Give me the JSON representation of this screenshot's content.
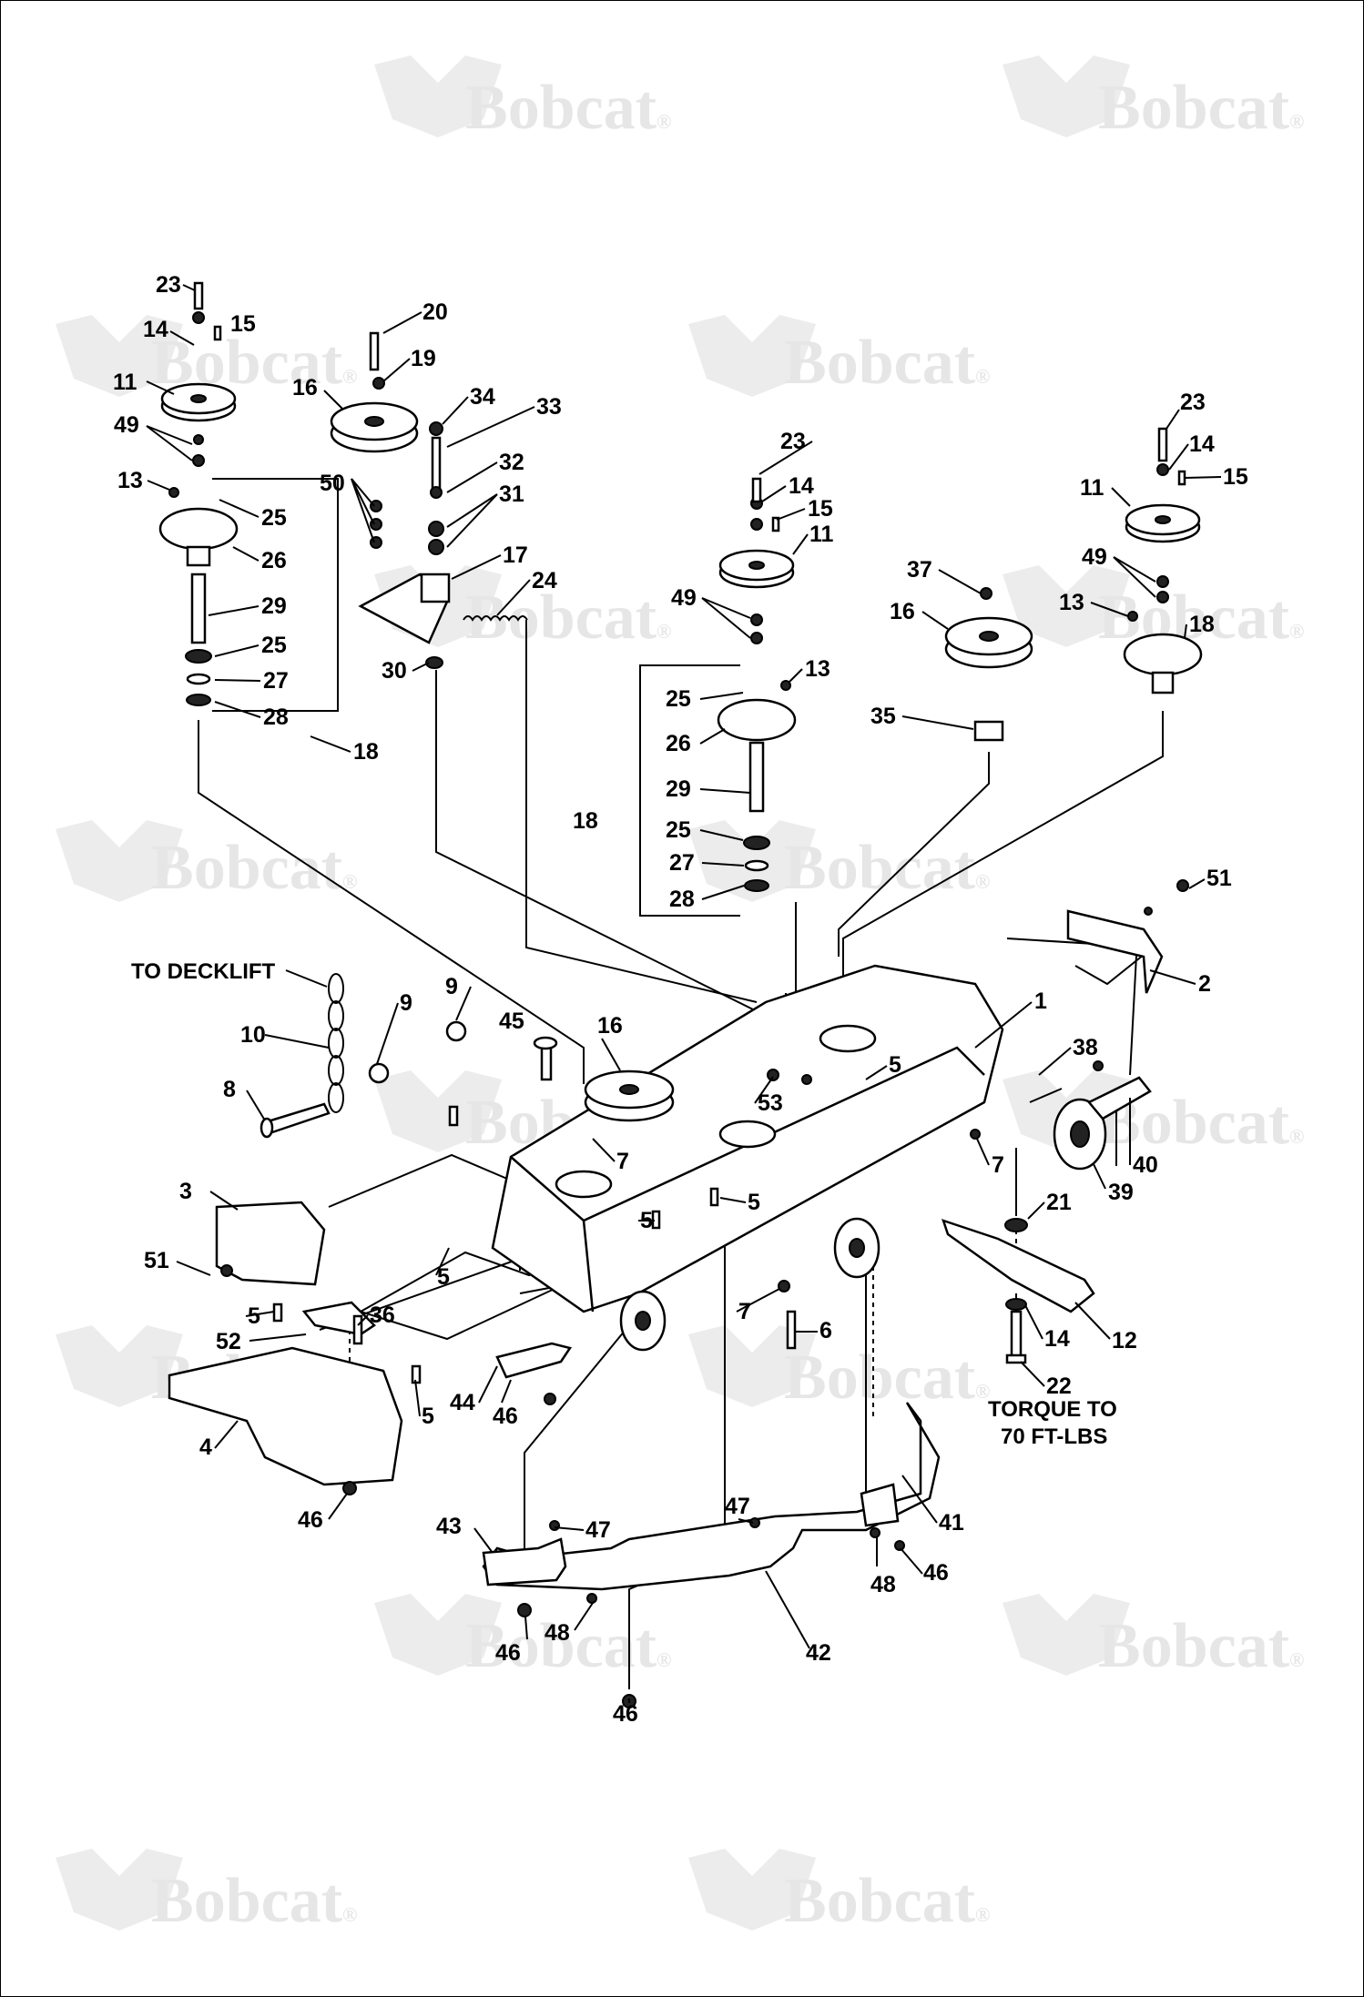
{
  "watermark": {
    "brand": "Bobcat",
    "mark": "®"
  },
  "labels": {
    "l1": "1",
    "l2": "2",
    "l3": "3",
    "l4": "4",
    "l5": "5",
    "l6": "6",
    "l7": "7",
    "l8": "8",
    "l9": "9",
    "l10": "10",
    "l11": "11",
    "l12": "12",
    "l13": "13",
    "l14": "14",
    "l15": "15",
    "l16": "16",
    "l17": "17",
    "l18": "18",
    "l19": "19",
    "l20": "20",
    "l21": "21",
    "l22": "22",
    "l23": "23",
    "l24": "24",
    "l25": "25",
    "l26": "26",
    "l27": "27",
    "l28": "28",
    "l29": "29",
    "l30": "30",
    "l31": "31",
    "l32": "32",
    "l33": "33",
    "l34": "34",
    "l35": "35",
    "l36": "36",
    "l37": "37",
    "l38": "38",
    "l39": "39",
    "l40": "40",
    "l41": "41",
    "l42": "42",
    "l43": "43",
    "l44": "44",
    "l45": "45",
    "l46": "46",
    "l47": "47",
    "l48": "48",
    "l49": "49",
    "l50": "50",
    "l51": "51",
    "l52": "52",
    "l53": "53"
  },
  "notes": {
    "to_decklift": "TO DECKLIFT",
    "torque_line1": "TORQUE TO",
    "torque_line2": "70 FT-LBS"
  }
}
